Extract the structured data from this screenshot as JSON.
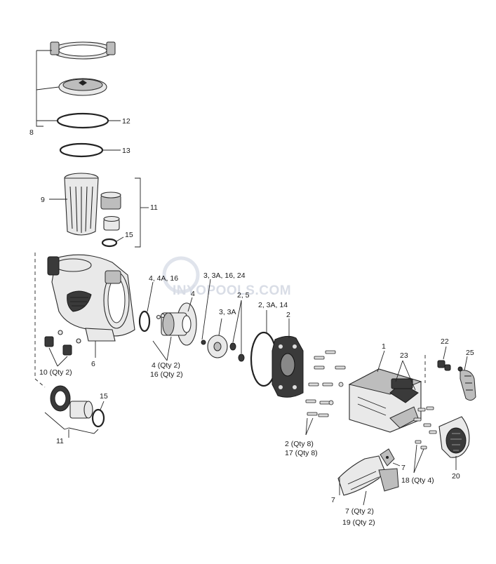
{
  "watermark": "INYOPOOLS.COM",
  "callouts": {
    "c8": "8",
    "c12": "12",
    "c13": "13",
    "c9": "9",
    "c11_top": "11",
    "c15_top": "15",
    "c4_4a_16": "4, 4A, 16",
    "c4": "4",
    "c3_3a_16_24": "3, 3A, 16, 24",
    "c2_5": "2, 5",
    "c3_3a": "3, 3A",
    "c2_3a_14": "2, 3A, 14",
    "c2": "2",
    "c6": "6",
    "c10": "10 (Qty 2)",
    "c4_qty": "4 (Qty 2)",
    "c16_qty": "16 (Qty 2)",
    "c1": "1",
    "c23": "23",
    "c22": "22",
    "c25": "25",
    "c15_bottom": "15",
    "c11_bottom": "11",
    "c2_qty": "2 (Qty 8)",
    "c17_qty": "17 (Qty 8)",
    "c18_qty": "18 (Qty 4)",
    "c20": "20",
    "c7_right": "7",
    "c7_left": "7",
    "c7_qty": "7 (Qty 2)",
    "c19_qty": "19 (Qty 2)"
  }
}
